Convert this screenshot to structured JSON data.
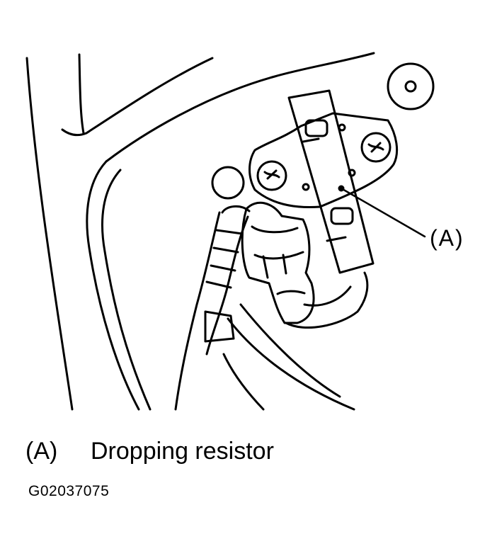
{
  "callout": {
    "label": "(A)"
  },
  "legend": {
    "key": "(A)",
    "description": "Dropping resistor"
  },
  "figure_id": "G02037075",
  "colors": {
    "ink": "#000000",
    "paper": "#ffffff"
  }
}
